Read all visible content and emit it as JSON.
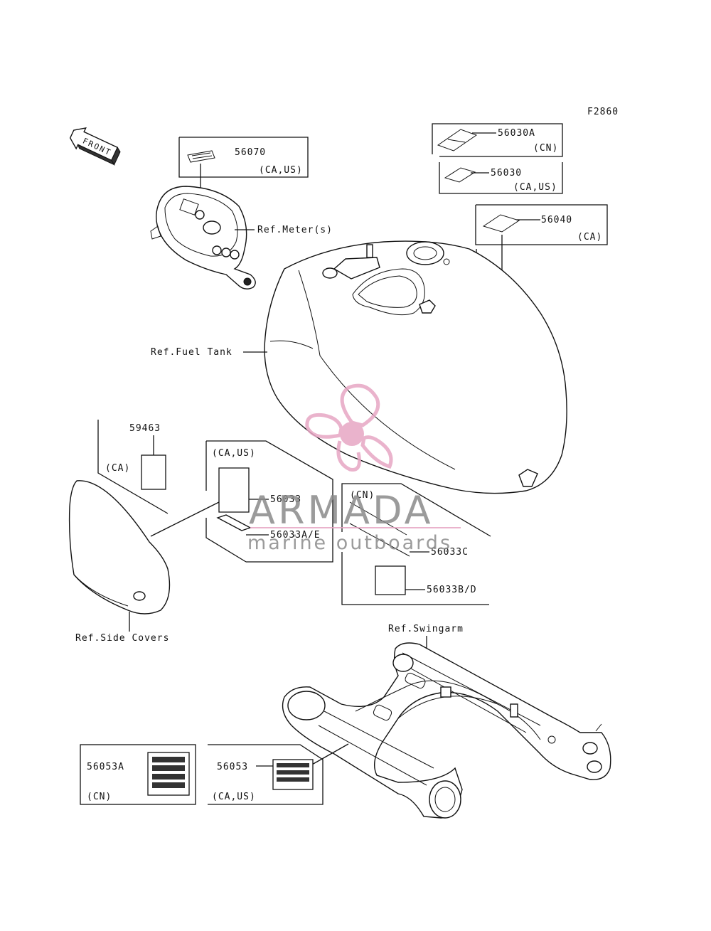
{
  "figure_id": "F2860",
  "front_label": "FRONT",
  "parts": {
    "p56070": {
      "number": "56070",
      "region": "(CA,US)"
    },
    "p56030A": {
      "number": "56030A",
      "region": "(CN)"
    },
    "p56030": {
      "number": "56030",
      "region": "(CA,US)"
    },
    "p56040": {
      "number": "56040",
      "region": "(CA)"
    },
    "p59463": {
      "number": "59463",
      "region": "(CA)"
    },
    "p56033": {
      "number": "56033",
      "region": "(CA,US)"
    },
    "p56033AE": {
      "number": "56033A/E"
    },
    "p56033C": {
      "number": "56033C",
      "region": "(CN)"
    },
    "p56033BD": {
      "number": "56033B/D"
    },
    "p56053A": {
      "number": "56053A",
      "region": "(CN)"
    },
    "p56053": {
      "number": "56053",
      "region": "(CA,US)"
    }
  },
  "refs": {
    "meter": "Ref.Meter(s)",
    "fuel_tank": "Ref.Fuel Tank",
    "side_covers": "Ref.Side Covers",
    "swingarm": "Ref.Swingarm"
  },
  "watermark": {
    "brand": "ARMADA",
    "tagline": "marine outboards",
    "colors": {
      "logo": "#e7a6c4",
      "text": "#8a8a8a"
    }
  }
}
